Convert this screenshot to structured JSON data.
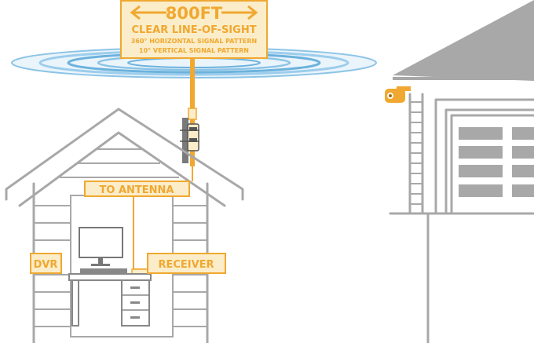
{
  "range_label": "800FT",
  "los_label": "CLEAR LINE-OF-SIGHT",
  "horizontal_pattern": "360° HORIZONTAL SIGNAL PATTERN",
  "vertical_pattern": "10° VERTICAL SIGNAL PATTERN",
  "to_antenna_label": "TO ANTENNA",
  "dvr_label": "DVR",
  "receiver_label": "RECEIVER",
  "colors": {
    "accent": "#f0a830",
    "label_fill": "#fbedc9",
    "line_gray": "#a8a8a8",
    "signal_blue": "#6cb2dd"
  }
}
